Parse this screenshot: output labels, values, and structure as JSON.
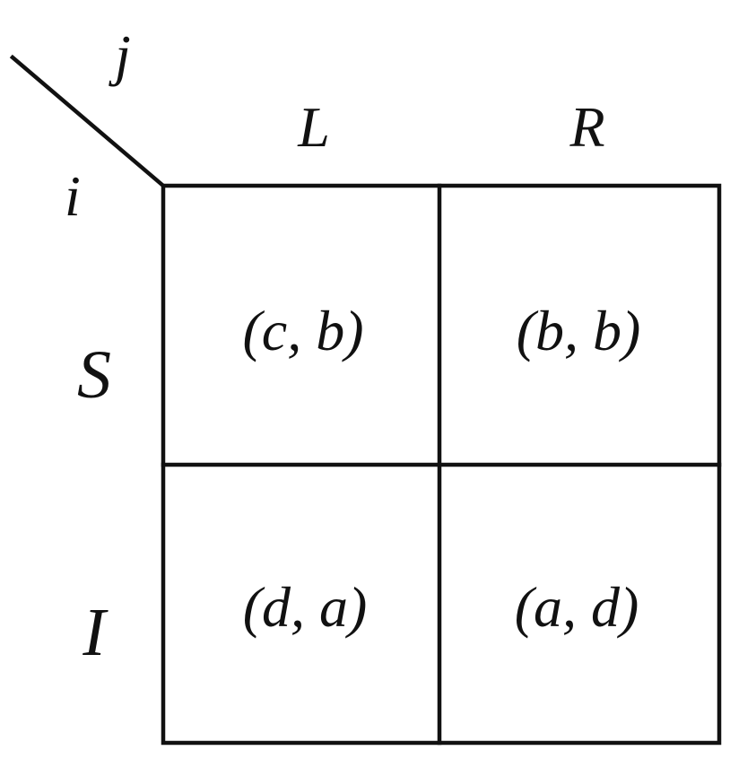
{
  "row_player": "i",
  "column_player": "j",
  "columns": [
    "L",
    "R"
  ],
  "rows": [
    "S",
    "I"
  ],
  "payoffs": [
    [
      "(c, b)",
      "(b, b)"
    ],
    [
      "(d, a)",
      "(a, d)"
    ]
  ],
  "colors": {
    "ink": "#111111",
    "background": "#ffffff"
  }
}
